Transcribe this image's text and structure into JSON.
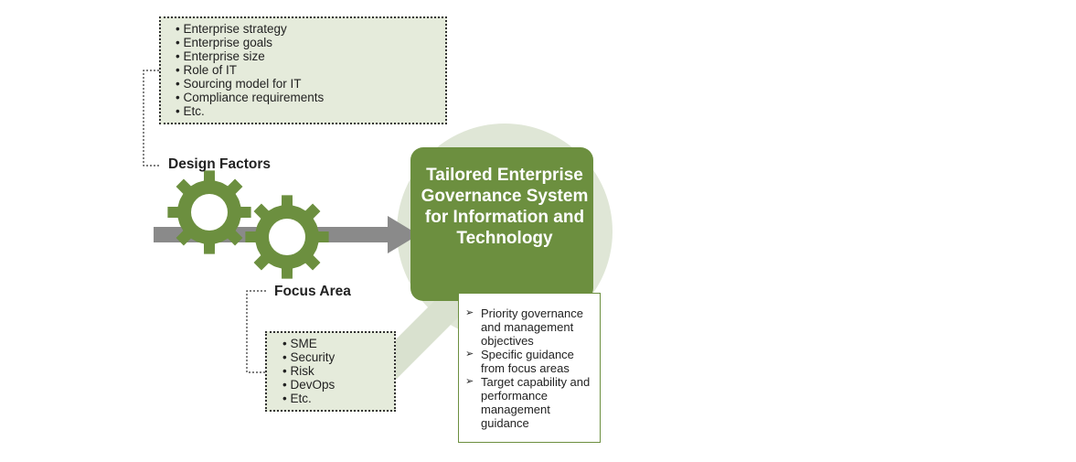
{
  "design_factors": {
    "label": "Design Factors",
    "items": [
      "Enterprise strategy",
      "Enterprise goals",
      "Enterprise size",
      "Role of IT",
      "Sourcing model for IT",
      "Compliance requirements",
      "Etc."
    ]
  },
  "focus_area": {
    "label": "Focus Area",
    "items": [
      "SME",
      "Security",
      "Risk",
      "DevOps",
      "Etc."
    ]
  },
  "governance_system": {
    "title": "Tailored Enterprise Governance System for Information and Technology"
  },
  "outcomes": {
    "items": [
      "Priority governance and management objectives",
      "Specific guidance from focus areas",
      "Target capability and performance management guidance"
    ]
  },
  "colors": {
    "green": "#6c8f3f",
    "light_green_box": "#e5ebdb",
    "halo": "#dfe6d6",
    "arrow_gray": "#8a8a8a"
  },
  "icons": [
    "gear-icon",
    "arrow-right-icon",
    "magnifier-icon"
  ]
}
